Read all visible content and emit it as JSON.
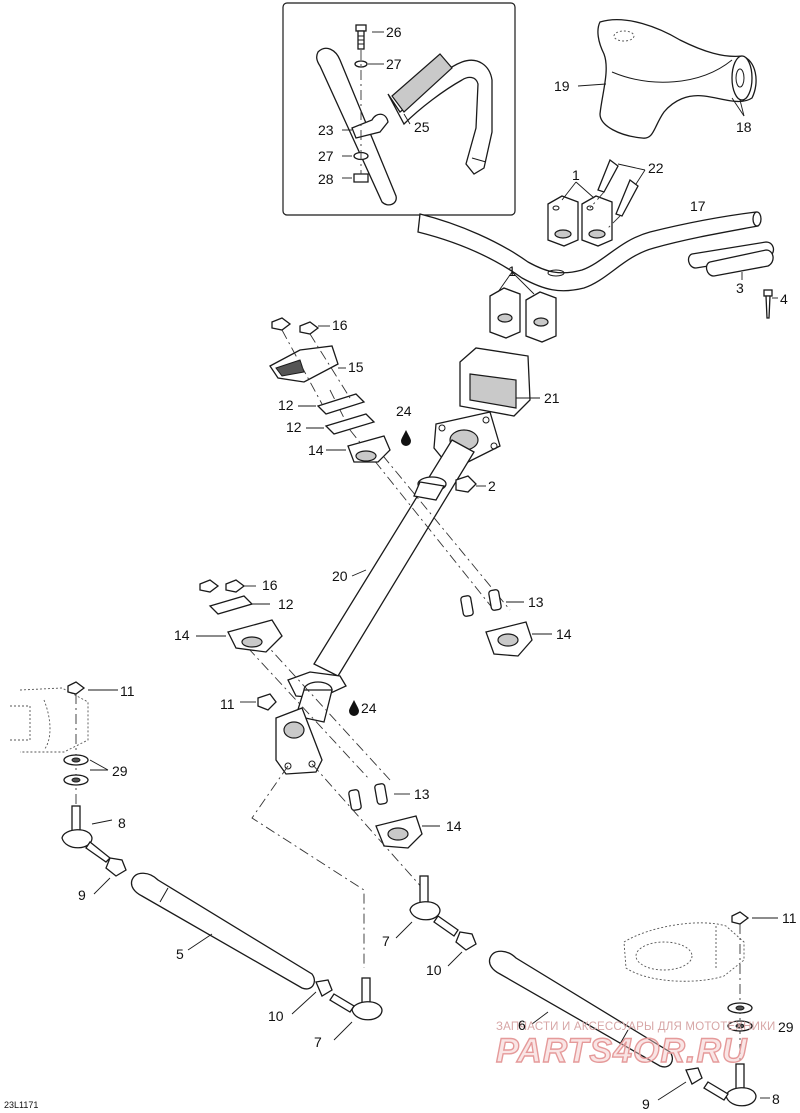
{
  "figure_code": "23L1171",
  "watermark": {
    "tagline": "ЗАПЧАСТИ И АКСЕССУАРЫ ДЛЯ МОТОТЕХНИКИ",
    "brand": "PARTS4OR.RU"
  },
  "callouts": [
    {
      "id": "c26",
      "text": "26"
    },
    {
      "id": "c27a",
      "text": "27"
    },
    {
      "id": "c23",
      "text": "23"
    },
    {
      "id": "c25",
      "text": "25"
    },
    {
      "id": "c27b",
      "text": "27"
    },
    {
      "id": "c28",
      "text": "28"
    },
    {
      "id": "c19",
      "text": "19"
    },
    {
      "id": "c18",
      "text": "18"
    },
    {
      "id": "c1a",
      "text": "1"
    },
    {
      "id": "c22",
      "text": "22"
    },
    {
      "id": "c17",
      "text": "17"
    },
    {
      "id": "c1b",
      "text": "1"
    },
    {
      "id": "c3",
      "text": "3"
    },
    {
      "id": "c4",
      "text": "4"
    },
    {
      "id": "c16a",
      "text": "16"
    },
    {
      "id": "c15",
      "text": "15"
    },
    {
      "id": "c12a",
      "text": "12"
    },
    {
      "id": "c12b",
      "text": "12"
    },
    {
      "id": "c24a",
      "text": "24"
    },
    {
      "id": "c21",
      "text": "21"
    },
    {
      "id": "c14a",
      "text": "14"
    },
    {
      "id": "c2",
      "text": "2"
    },
    {
      "id": "c20",
      "text": "20"
    },
    {
      "id": "c16b",
      "text": "16"
    },
    {
      "id": "c12c",
      "text": "12"
    },
    {
      "id": "c13a",
      "text": "13"
    },
    {
      "id": "c14b",
      "text": "14"
    },
    {
      "id": "c14c",
      "text": "14"
    },
    {
      "id": "c11a",
      "text": "11"
    },
    {
      "id": "c11b",
      "text": "11"
    },
    {
      "id": "c24b",
      "text": "24"
    },
    {
      "id": "c29a",
      "text": "29"
    },
    {
      "id": "c13b",
      "text": "13"
    },
    {
      "id": "c8a",
      "text": "8"
    },
    {
      "id": "c14d",
      "text": "14"
    },
    {
      "id": "c9a",
      "text": "9"
    },
    {
      "id": "c7a",
      "text": "7"
    },
    {
      "id": "c5",
      "text": "5"
    },
    {
      "id": "c10a",
      "text": "10"
    },
    {
      "id": "c11c",
      "text": "11"
    },
    {
      "id": "c10b",
      "text": "10"
    },
    {
      "id": "c7b",
      "text": "7"
    },
    {
      "id": "c6",
      "text": "6"
    },
    {
      "id": "c29b",
      "text": "29"
    },
    {
      "id": "c8b",
      "text": "8"
    },
    {
      "id": "c9b",
      "text": "9"
    }
  ]
}
